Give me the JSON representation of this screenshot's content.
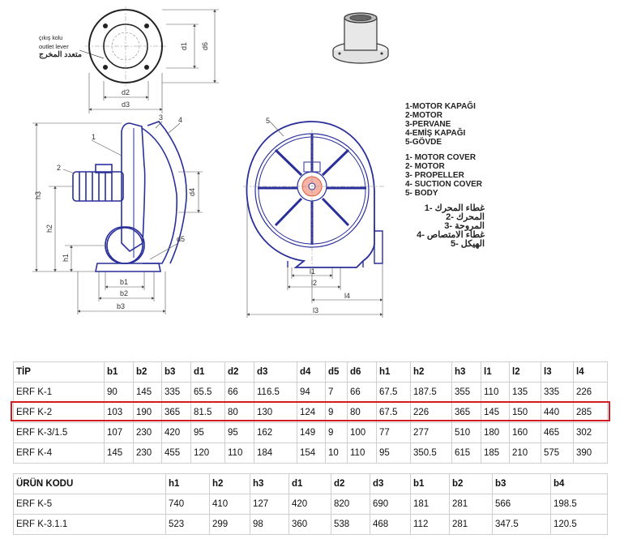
{
  "outlet_label": {
    "tr": "çıkış kolu",
    "en": "outlet lever",
    "ar": "متعدد المخرج"
  },
  "dims": {
    "d1": "d1",
    "d2": "d2",
    "d3": "d3",
    "d4": "d4",
    "d5": "d5",
    "d6": "d6",
    "h1": "h1",
    "h2": "h2",
    "h3": "h3",
    "b1": "b1",
    "b2": "b2",
    "b3": "b3",
    "l1": "l1",
    "l2": "l2",
    "l3": "l3",
    "l4": "l4",
    "n1": "1",
    "n2": "2",
    "n3": "3",
    "n4": "4",
    "n5": "5"
  },
  "legend": {
    "tr": [
      "1-MOTOR KAPAĞI",
      "2-MOTOR",
      "3-PERVANE",
      "4-EMİŞ KAPAĞI",
      "5-GÖVDE"
    ],
    "en": [
      "1- MOTOR COVER",
      "2- MOTOR",
      "3- PROPELLER",
      "4- SUCTION COVER",
      "5- BODY"
    ],
    "ar": [
      "غطاء المحرك -1",
      "المحرك -2",
      "المروحة -3",
      "غطاء الامتصاص -4",
      "الهيكل -5"
    ]
  },
  "table1": {
    "headers": [
      "TİP",
      "b1",
      "b2",
      "b3",
      "d1",
      "d2",
      "d3",
      "d4",
      "d5",
      "d6",
      "h1",
      "h2",
      "h3",
      "l1",
      "l2",
      "l3",
      "l4"
    ],
    "rows": [
      [
        "ERF K-1",
        "90",
        "145",
        "335",
        "65.5",
        "66",
        "116.5",
        "94",
        "7",
        "66",
        "67.5",
        "187.5",
        "355",
        "110",
        "135",
        "335",
        "226"
      ],
      [
        "ERF K-2",
        "103",
        "190",
        "365",
        "81.5",
        "80",
        "130",
        "124",
        "9",
        "80",
        "67.5",
        "226",
        "365",
        "145",
        "150",
        "440",
        "285"
      ],
      [
        "ERF K-3/1.5",
        "107",
        "230",
        "420",
        "95",
        "95",
        "162",
        "149",
        "9",
        "100",
        "77",
        "277",
        "510",
        "180",
        "160",
        "465",
        "302"
      ],
      [
        "ERF K-4",
        "145",
        "230",
        "455",
        "120",
        "110",
        "184",
        "154",
        "10",
        "110",
        "95",
        "350.5",
        "615",
        "185",
        "210",
        "575",
        "390"
      ]
    ]
  },
  "table2": {
    "headers": [
      "ÜRÜN KODU",
      "h1",
      "h2",
      "h3",
      "d1",
      "d2",
      "d3",
      "b1",
      "b2",
      "b3",
      "b4"
    ],
    "rows": [
      [
        "ERF K-5",
        "740",
        "410",
        "127",
        "420",
        "820",
        "690",
        "181",
        "281",
        "566",
        "198.5"
      ],
      [
        "ERF K-3.1.1",
        "523",
        "299",
        "98",
        "360",
        "538",
        "468",
        "112",
        "281",
        "347.5",
        "120.5"
      ]
    ]
  },
  "colors": {
    "drawing_line": "#2a2f9a",
    "dimension_line": "#555555",
    "highlight": "#d11c24",
    "flame": "#e8593a",
    "table_border": "#cfcfcf"
  }
}
